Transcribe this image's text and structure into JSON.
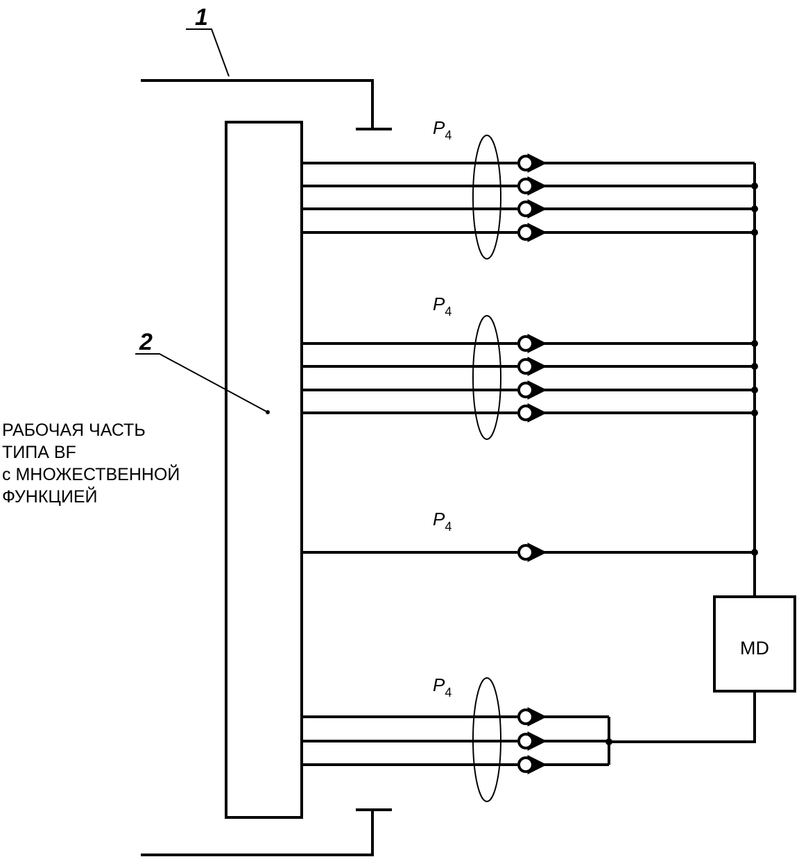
{
  "callouts": {
    "one": "1",
    "two": "2"
  },
  "applied_part_label": {
    "line1": "РАБОЧАЯ ЧАСТЬ",
    "line2": "ТИПА BF",
    "line3": "с МНОЖЕСТВЕННОЙ",
    "line4": "ФУНКЦИЕЙ"
  },
  "groups": [
    {
      "label": "P",
      "subscript": "4",
      "leads": 4
    },
    {
      "label": "P",
      "subscript": "4",
      "leads": 4
    },
    {
      "label": "P",
      "subscript": "4",
      "leads": 1
    },
    {
      "label": "P",
      "subscript": "4",
      "leads": 3
    }
  ],
  "measuring_device": {
    "label": "MD"
  }
}
